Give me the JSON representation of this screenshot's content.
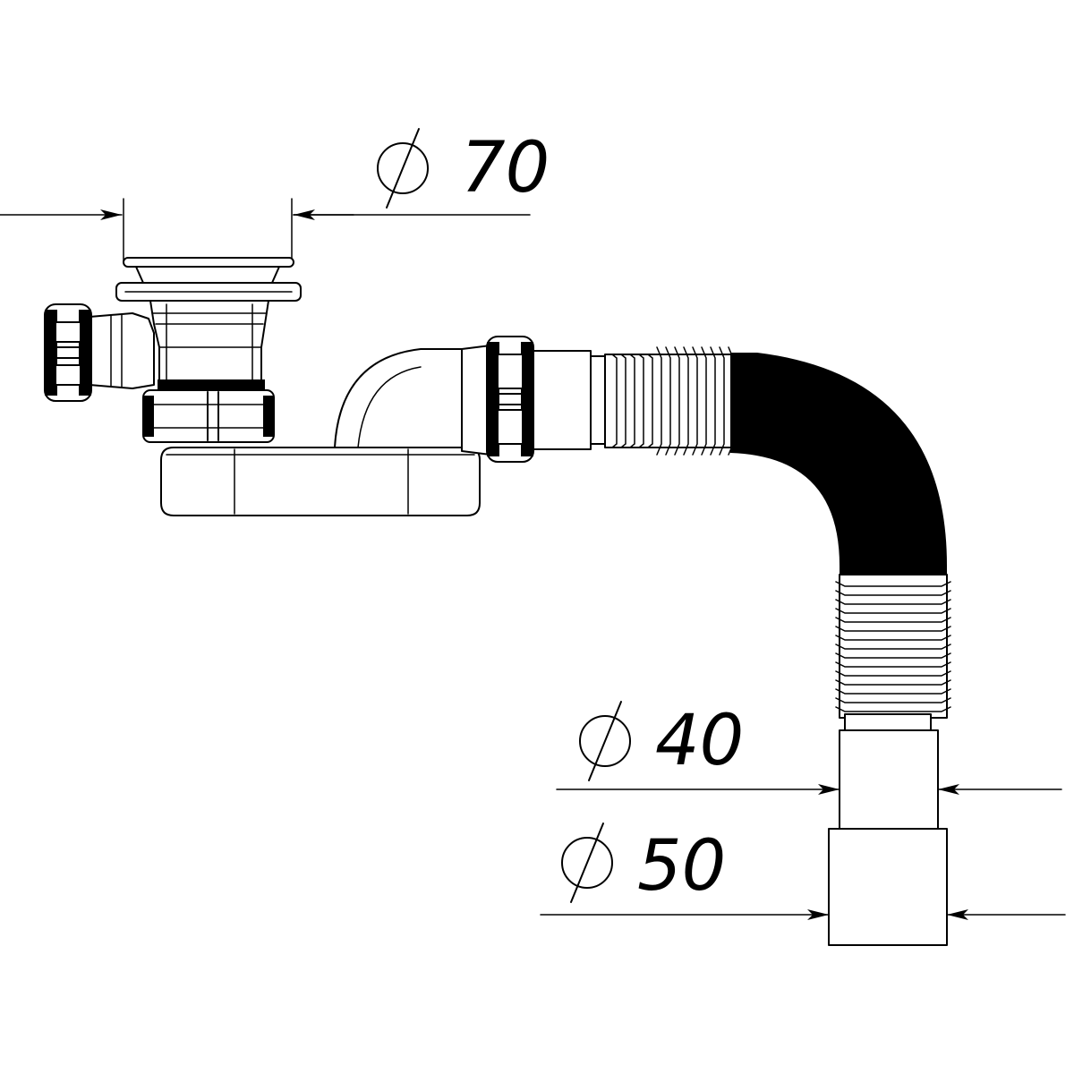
{
  "dimensions": {
    "top": {
      "symbol": "⌀",
      "value": "70"
    },
    "middle": {
      "symbol": "⌀",
      "value": "40"
    },
    "bottom": {
      "symbol": "⌀",
      "value": "50"
    }
  },
  "colors": {
    "line": "#000000",
    "background": "#ffffff"
  }
}
